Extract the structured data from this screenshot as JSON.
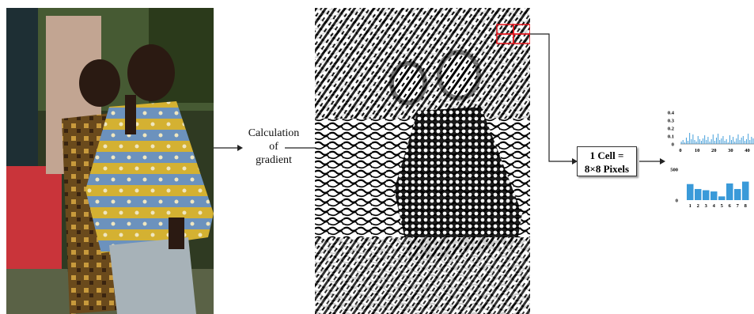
{
  "steps": {
    "calculation_lines": [
      "Calculation",
      "of",
      "gradient"
    ],
    "cell_box_lines": [
      "1 Cell =",
      "8×8 Pixels"
    ]
  },
  "colors": {
    "highlight": "#e8141c",
    "bar": "#3a9ad9",
    "arrow": "#222222"
  },
  "chart_data": [
    {
      "type": "bar",
      "yticks": [
        "0.4",
        "0.3",
        "0.2",
        "0.1",
        "0"
      ],
      "xticks": [
        "0",
        "10",
        "20",
        "30",
        "40"
      ],
      "ylim": [
        0,
        0.4
      ],
      "values": [
        0.03,
        0.05,
        0.02,
        0.08,
        0.04,
        0.14,
        0.06,
        0.12,
        0.05,
        0.03,
        0.1,
        0.06,
        0.04,
        0.07,
        0.11,
        0.05,
        0.09,
        0.03,
        0.06,
        0.12,
        0.04,
        0.08,
        0.13,
        0.05,
        0.07,
        0.1,
        0.04,
        0.06,
        0.02,
        0.11,
        0.05,
        0.09,
        0.03,
        0.07,
        0.12,
        0.05,
        0.08,
        0.1,
        0.04,
        0.06,
        0.13,
        0.05,
        0.09,
        0.07
      ]
    },
    {
      "type": "bar",
      "yticks": [
        "500",
        "0"
      ],
      "categories": [
        "1",
        "2",
        "3",
        "4",
        "5",
        "6",
        "7",
        "8"
      ],
      "ylim": [
        0,
        500
      ],
      "values": [
        260,
        180,
        160,
        140,
        60,
        270,
        180,
        300
      ]
    }
  ]
}
